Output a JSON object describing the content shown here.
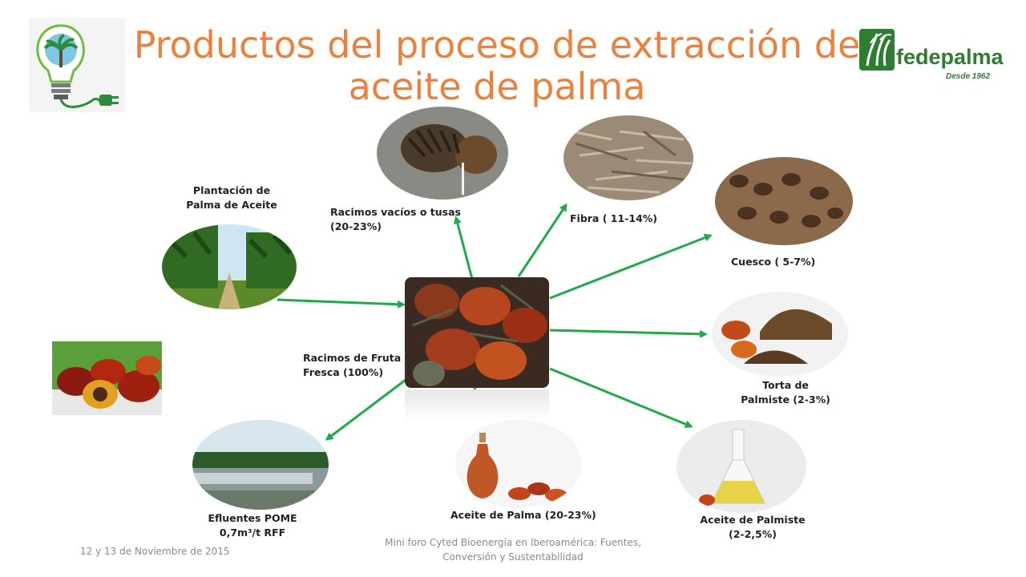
{
  "title": {
    "line1": "Productos del proceso de extracción de",
    "line2": "aceite de palma"
  },
  "logo": {
    "name": "fedepalma",
    "tagline": "Desde 1962"
  },
  "labels": {
    "plantacion": {
      "line1": "Plantación de",
      "line2": "Palma de Aceite"
    },
    "racimos_vacios": {
      "line1": "Racimos vacíos o tusas",
      "line2": "(20-23%)"
    },
    "fibra": "Fibra ( 11-14%)",
    "cuesco": "Cuesco ( 5-7%)",
    "racimos_fruta": {
      "line1": "Racimos de Fruta",
      "line2": "Fresca (100%)"
    },
    "torta": {
      "line1": "Torta de",
      "line2": "Palmiste (2-3%)"
    },
    "efluentes": {
      "line1": "Efluentes POME",
      "line2": "0,7m³/t RFF"
    },
    "aceite_palma": "Aceite de Palma (20-23%)",
    "aceite_palmiste": {
      "line1": "Aceite de Palmiste",
      "line2": "(2-2,5%)"
    }
  },
  "footer": {
    "date": "12 y 13 de Noviembre de 2015",
    "event_line1": "Mini foro Cyted Bioenergía en Iberoamérica: Fuentes,",
    "event_line2": "Conversión y Sustentabilidad"
  },
  "colors": {
    "title": "#E9813F",
    "arrow": "#1FAA4B",
    "logo_green": "#2E7D32"
  },
  "icons": [
    "lightbulb-palm-icon",
    "plug-icon",
    "fedepalma-logo"
  ]
}
